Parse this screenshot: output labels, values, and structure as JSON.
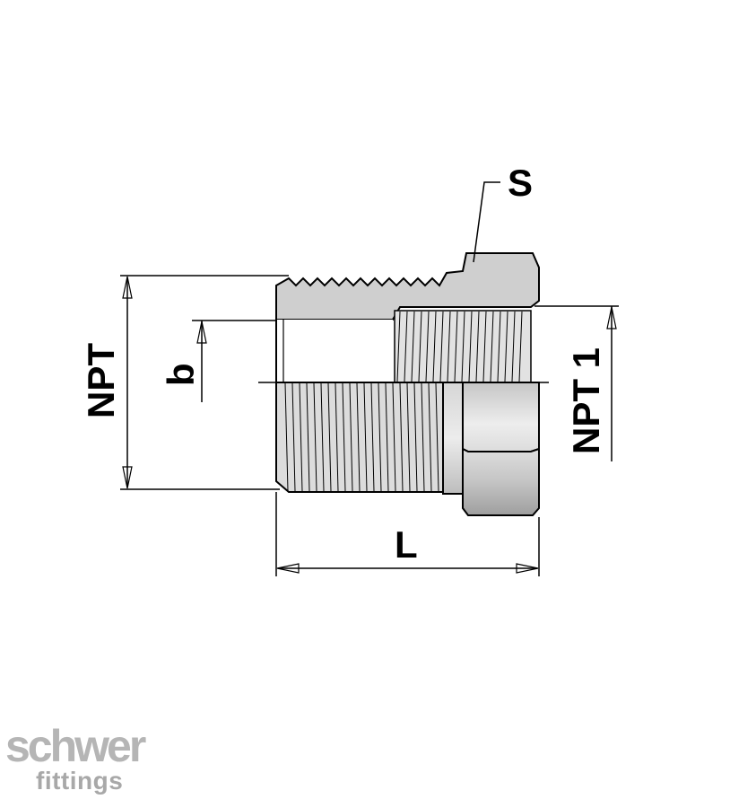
{
  "labels": {
    "s": "S",
    "npt": "NPT",
    "b": "b",
    "npt1": "NPT 1",
    "l": "L"
  },
  "logo": {
    "main": "schwer",
    "sub": "fittings"
  },
  "colors": {
    "metal_light": "#e4e4e4",
    "metal_mid": "#c9c9c9",
    "metal_dark": "#a9a9a9",
    "outline": "#000000",
    "logo_gray": "#b5b5b5"
  }
}
